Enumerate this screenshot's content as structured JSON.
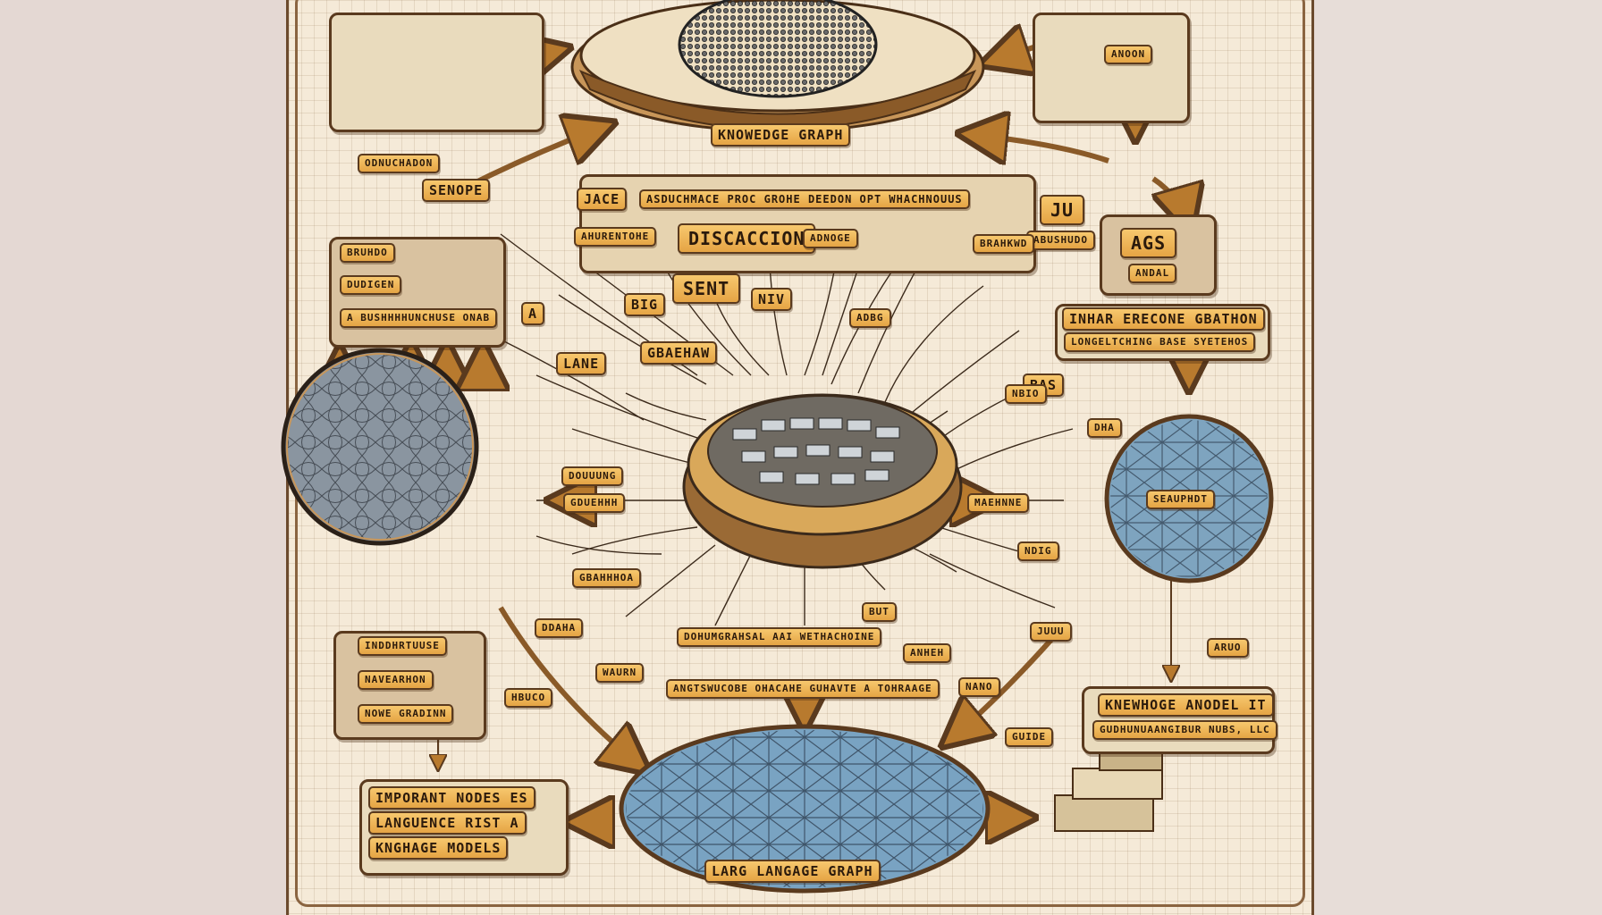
{
  "diagram": {
    "labels": {
      "knowledge_graph": "KNOWEDGE GRAPH",
      "top_banner": "ASDUCHMACE PROC GROHE DEEDON OPT WHACHNOUUS",
      "jace": "JACE",
      "senope": "SENOPE",
      "discaccion": "DISCACCION",
      "sent": "SENT",
      "big": "BIG",
      "niv": "NIV",
      "lang": "LANE",
      "ju": "JU",
      "ags": "AGS",
      "andal": "ANDAL",
      "anoon": "ANOON",
      "gbaehaw": "GBAEHAW",
      "bas": "BAS",
      "a": "A",
      "adbg": "ADBG",
      "gbazphdt": "SEAUPHDT",
      "right_note_1": "INHAR ERECONE GBATHON",
      "right_note_2": "LONGELTCHING BASE SYETEHOS",
      "bottom_center": "DOHUMGRAHSAL AAI WETHACHOINE",
      "bottom_banner": "ANGTSWUCOBE OHACAHE GUHAVTE A TOHRAAGE",
      "kg_model_1": "KNEWHOGE ANODEL IT",
      "kg_model_2": "GUDHUNUAANGIBUR NUBS, LLC",
      "left_box_1": "INDDHRTUUSE",
      "left_box_2": "NAVEARHON",
      "left_box_3": "NOWE GRADINN",
      "important_1": "IMPORANT NODES ES",
      "important_2": "LANGUENCE RIST A",
      "important_3": "KNGHAGE MODELS",
      "large_language_graph": "LARG LANGAGE GRAPH",
      "misc": [
        "ODNUCHADON",
        "BRUHDO",
        "DUDIGEN",
        "A BUSHHHHUNCHUSE ONAB",
        "AHURENTOHE",
        "ABUSHUDO",
        "ADNOGE",
        "BRAHKWD",
        "DOUUUNG",
        "GDUEHHH",
        "MAEHNNE",
        "GBAHHHOA",
        "DDAHA",
        "WAURN",
        "ANHEH",
        "JUUU",
        "BUT",
        "NANO",
        "GUIDE",
        "NBIO",
        "DHA",
        "NDIG",
        "ARUO",
        "HBUCO"
      ]
    }
  }
}
